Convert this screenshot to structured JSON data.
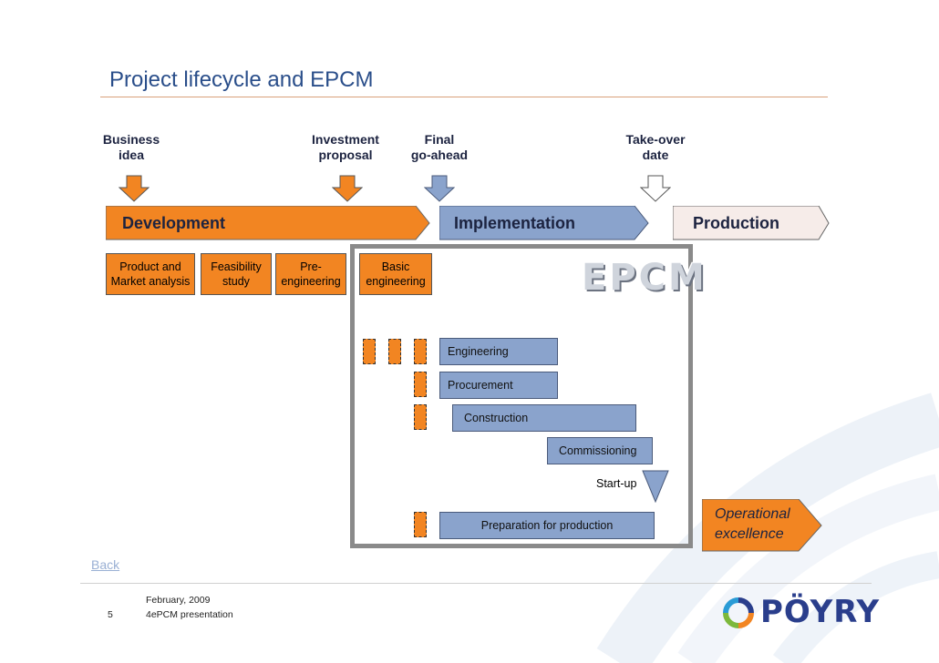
{
  "title": "Project lifecycle and EPCM",
  "milestones": {
    "business_idea": [
      "Business",
      "idea"
    ],
    "investment_proposal": [
      "Investment",
      "proposal"
    ],
    "final_go_ahead": [
      "Final",
      "go-ahead"
    ],
    "take_over_date": [
      "Take-over",
      "date"
    ]
  },
  "phases": {
    "development": "Development",
    "implementation": "Implementation",
    "production": "Production"
  },
  "dev_steps": {
    "product_market": [
      "Product and",
      "Market analysis"
    ],
    "feasibility": [
      "Feasibility",
      "study"
    ],
    "pre_engineering": [
      "Pre-",
      "engineering"
    ],
    "basic_engineering": [
      "Basic",
      "engineering"
    ]
  },
  "epcm_logo": "EPCM",
  "bars": {
    "engineering": "Engineering",
    "procurement": "Procurement",
    "construction": "Construction",
    "commissioning": "Commissioning",
    "startup": "Start-up",
    "preparation": "Preparation for production"
  },
  "operational": [
    "Operational",
    "excellence"
  ],
  "back_link": "Back",
  "footer": {
    "date": "February, 2009",
    "page_number": "5",
    "presentation": "4ePCM presentation"
  },
  "logo": "PÖYRY",
  "colors": {
    "orange": "#f28522",
    "blue": "#8aa3cc",
    "production_fill": "#f6ece9",
    "title": "#2a4e8a"
  }
}
